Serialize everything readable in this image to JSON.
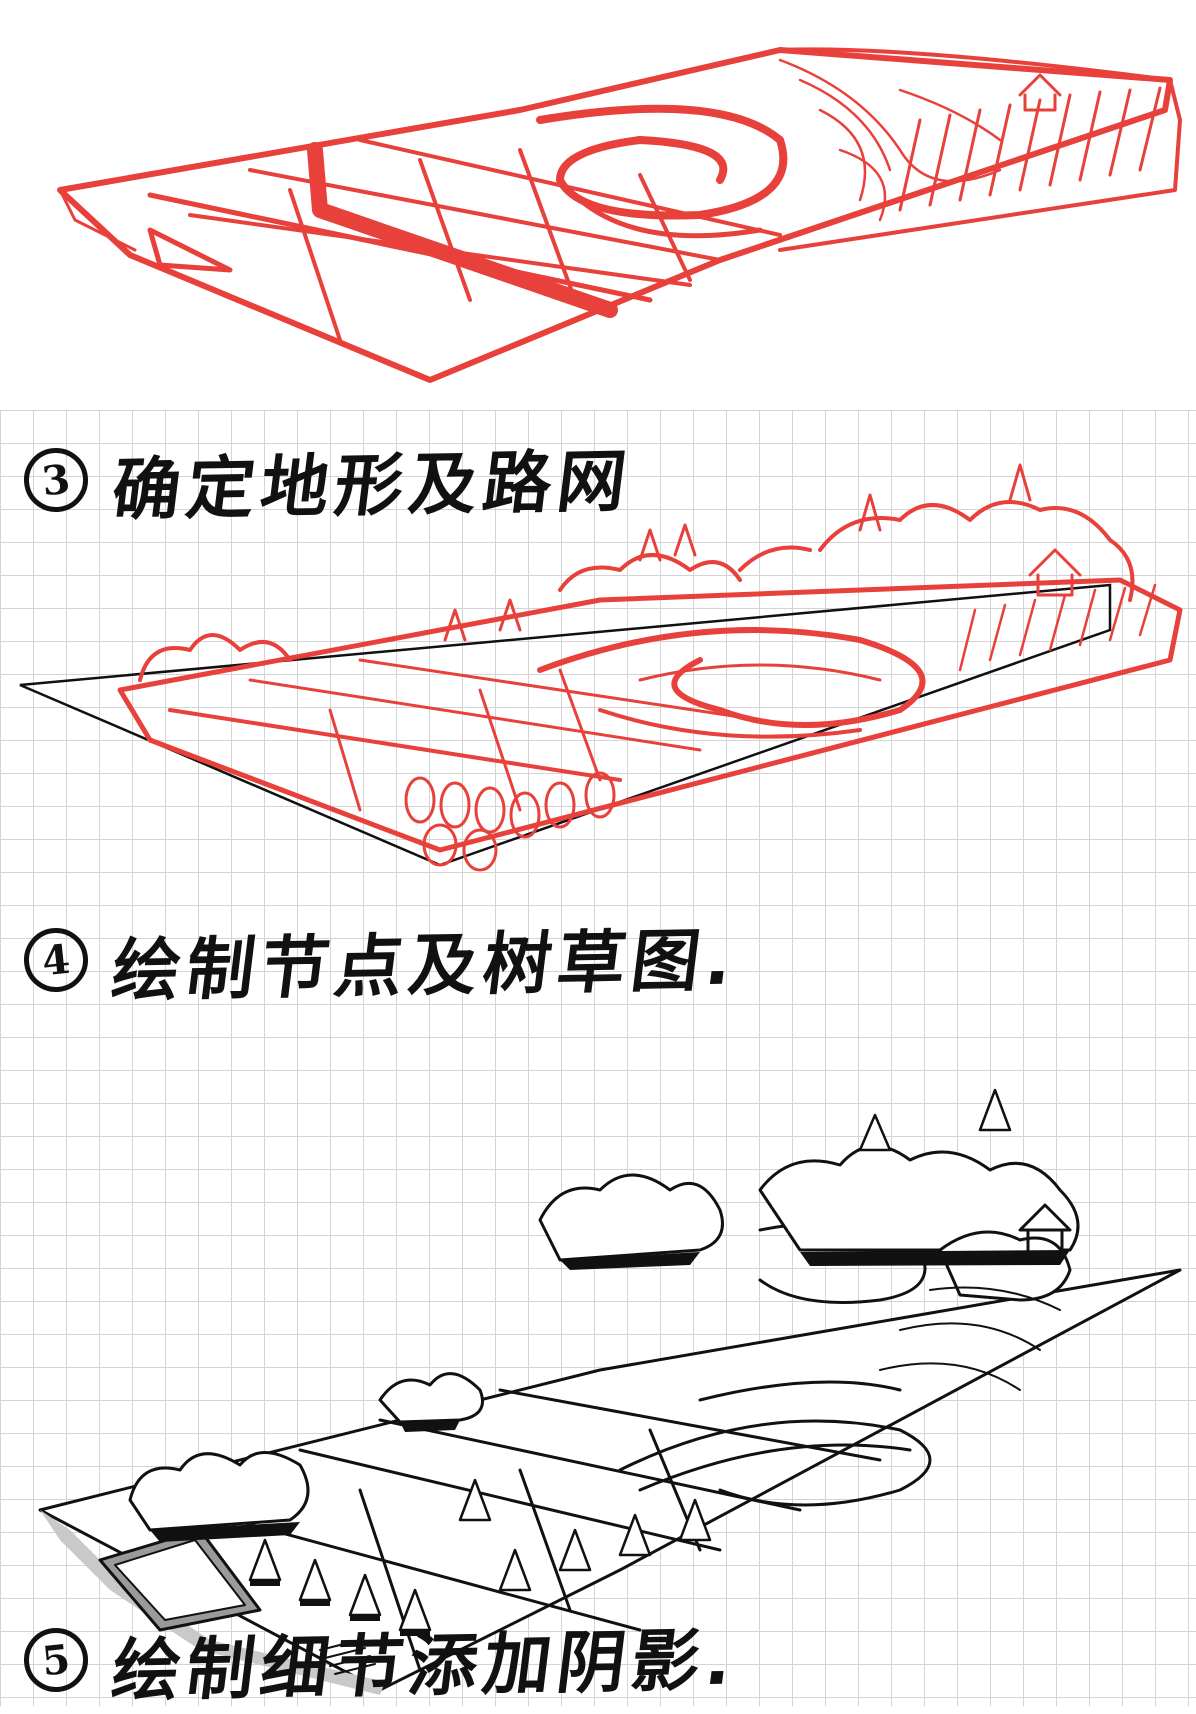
{
  "steps": [
    {
      "number": "3",
      "caption": "确定地形及路网"
    },
    {
      "number": "4",
      "caption": "绘制节点及树草图."
    },
    {
      "number": "5",
      "caption": "绘制细节添加阴影."
    }
  ],
  "colors": {
    "sketch_red": "#e8403a",
    "ink": "#111111",
    "grid": "#d4d4d4"
  }
}
